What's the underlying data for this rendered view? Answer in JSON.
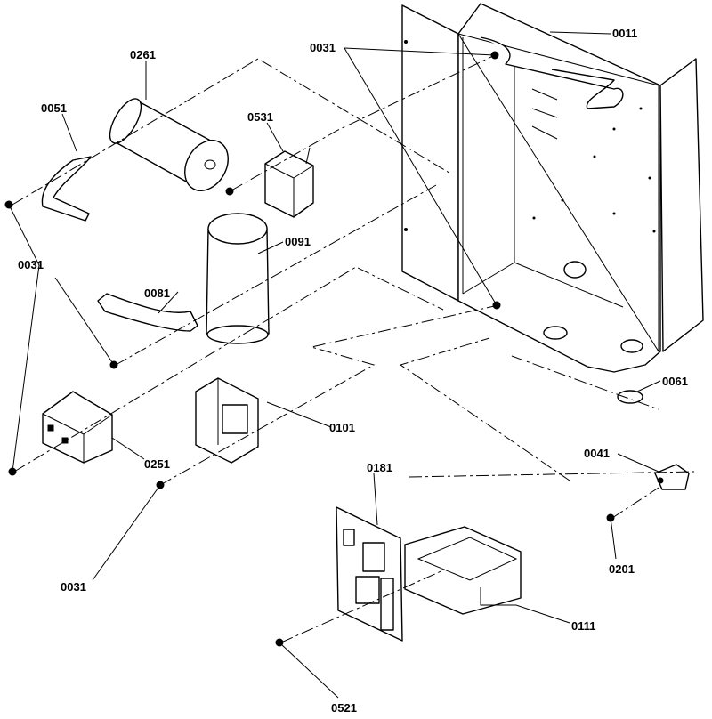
{
  "labels": {
    "p0011": "0011",
    "p0031_top": "0031",
    "p0261": "0261",
    "p0051": "0051",
    "p0531": "0531",
    "p0091": "0091",
    "p0031_left": "0031",
    "p0081": "0081",
    "p0061": "0061",
    "p0101": "0101",
    "p0251": "0251",
    "p0041": "0041",
    "p0181": "0181",
    "p0031_bottom": "0031",
    "p0201": "0201",
    "p0111": "0111",
    "p0521": "0521"
  },
  "colors": {
    "ink": "#000000",
    "paper": "#ffffff"
  }
}
